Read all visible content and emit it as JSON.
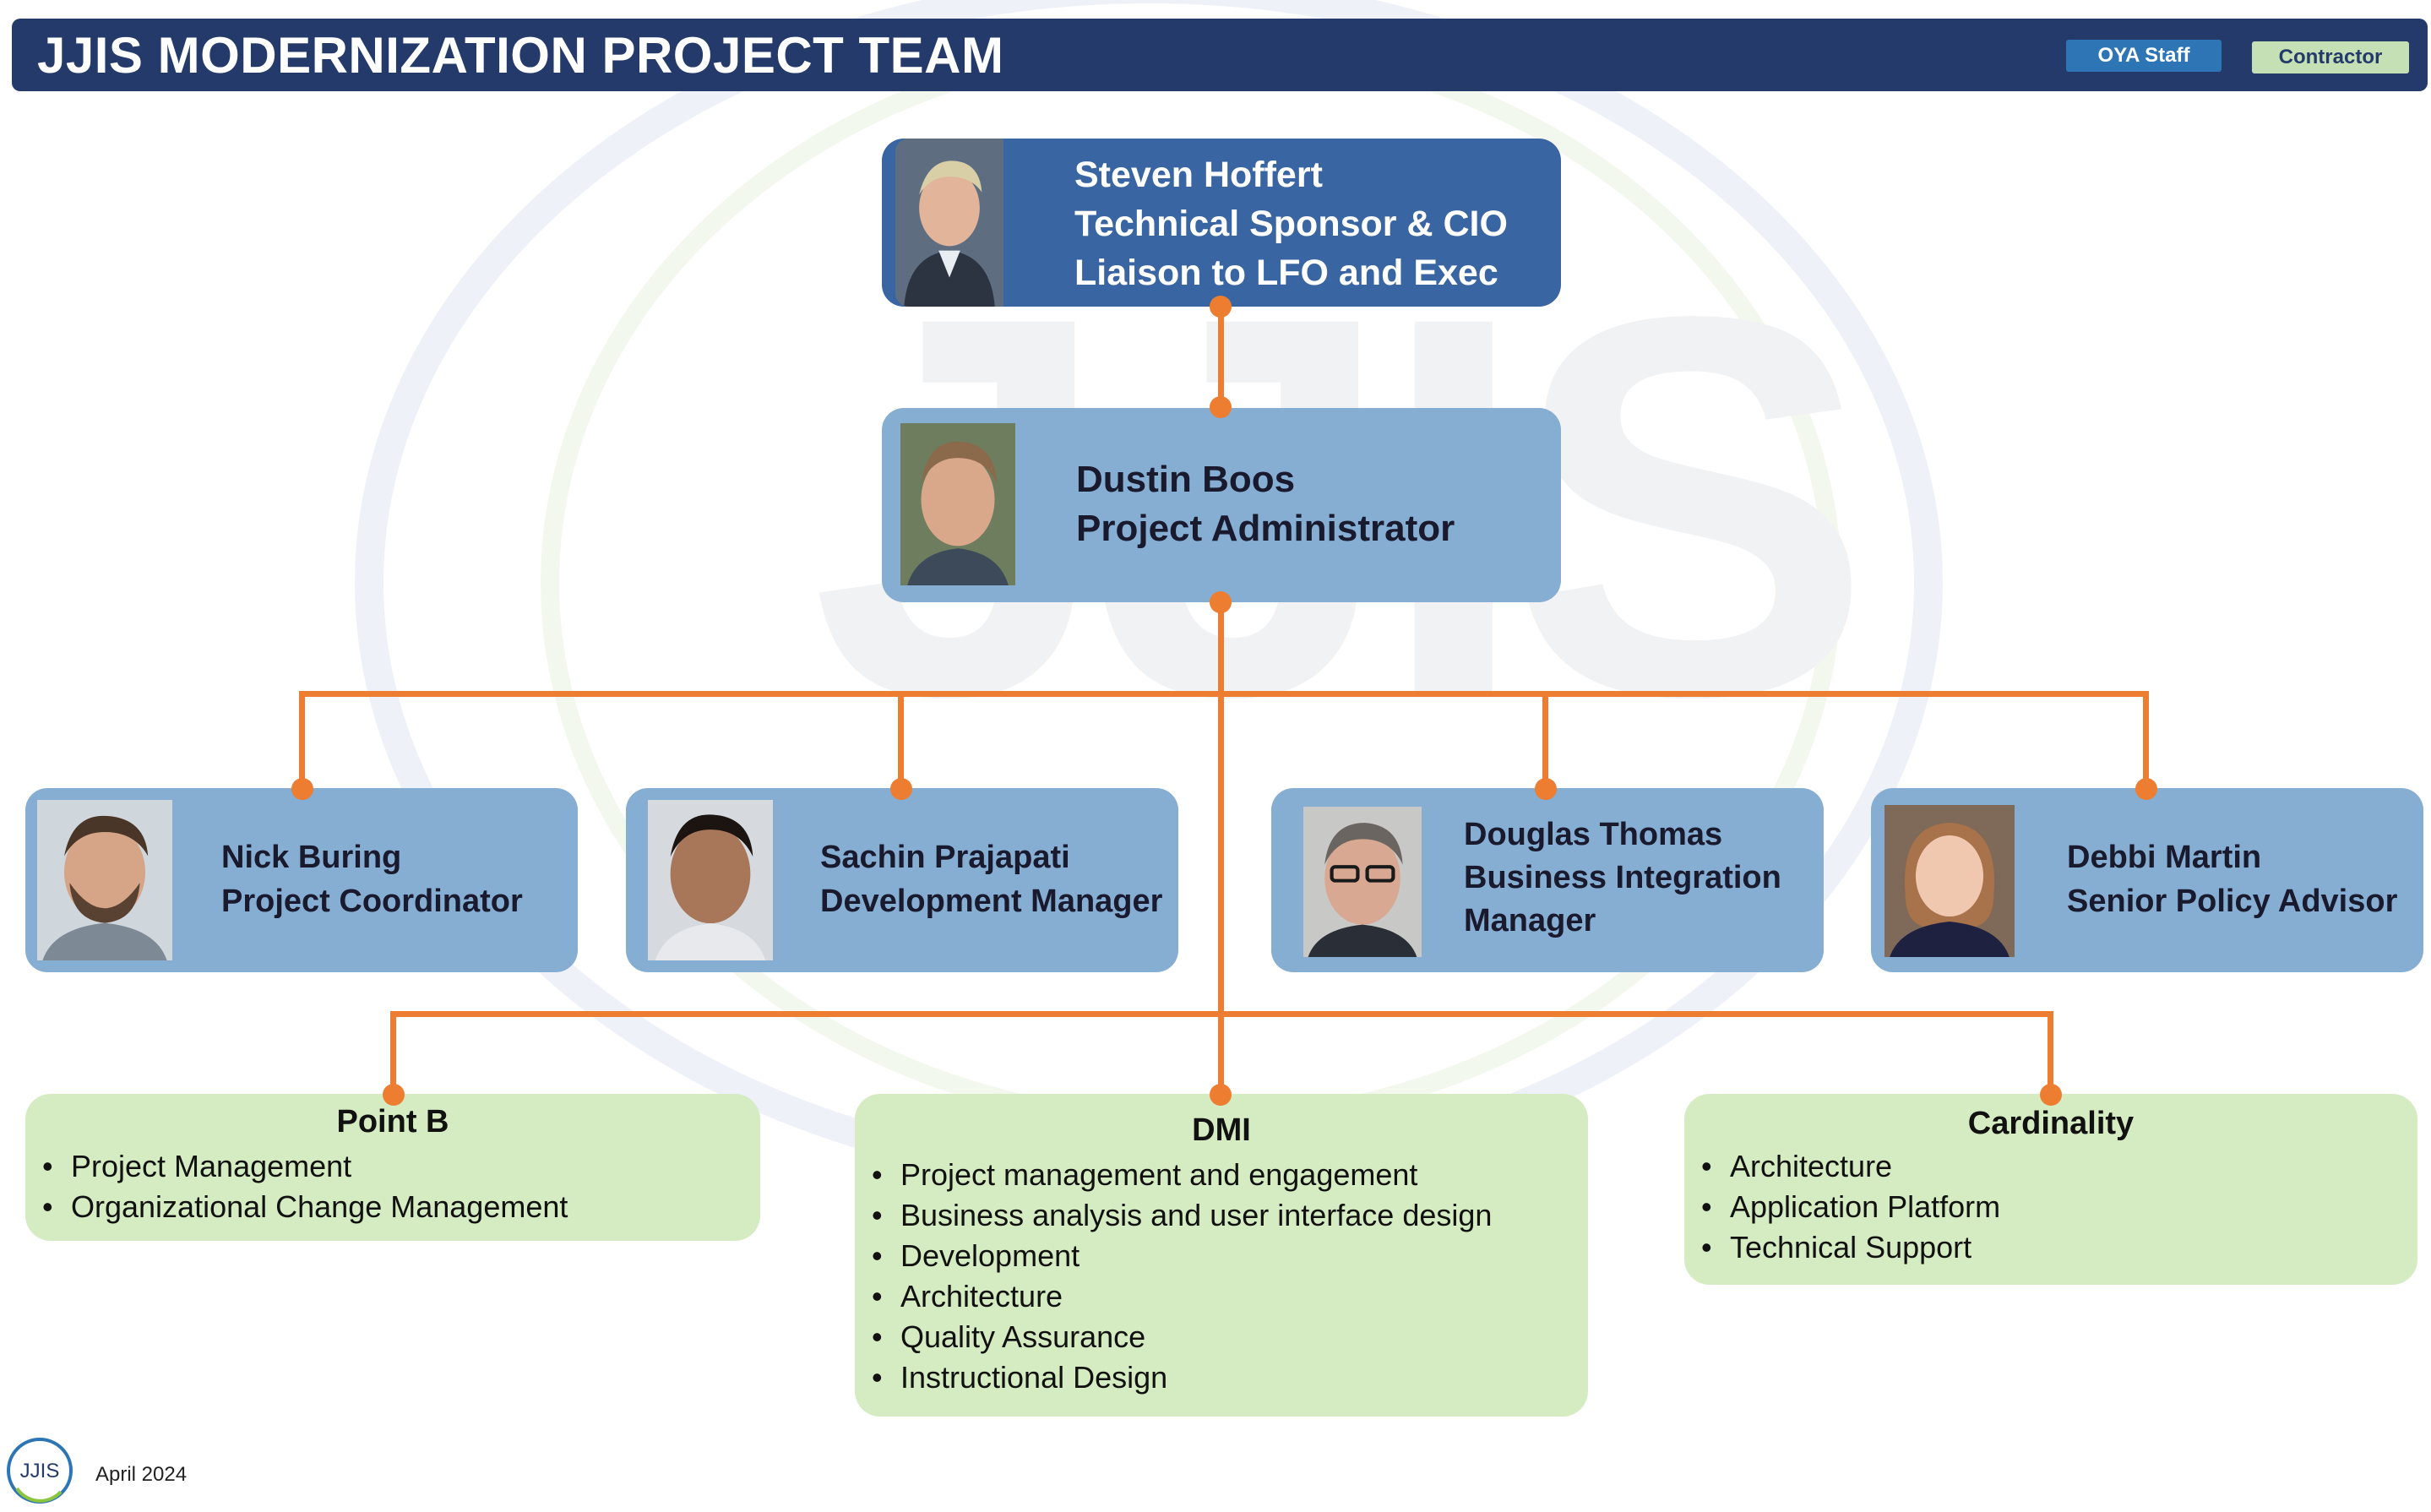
{
  "header": {
    "title": "JJIS MODERNIZATION PROJECT TEAM",
    "legend": {
      "oya_staff": "OYA Staff",
      "contractor": "Contractor"
    }
  },
  "watermark": {
    "text": "JJIS"
  },
  "people": {
    "sponsor": {
      "name": "Steven Hoffert",
      "role_line1": "Technical Sponsor & CIO",
      "role_line2": "Liaison to LFO and Exec"
    },
    "admin": {
      "name": "Dustin Boos",
      "role": "Project Administrator"
    },
    "nick": {
      "name": "Nick Buring",
      "role": "Project Coordinator"
    },
    "sachin": {
      "name": "Sachin Prajapati",
      "role": "Development Manager"
    },
    "douglas": {
      "name": "Douglas Thomas",
      "role_line1": "Business Integration",
      "role_line2": "Manager"
    },
    "debbi": {
      "name": "Debbi Martin",
      "role": "Senior Policy Advisor"
    }
  },
  "contractors": {
    "pointb": {
      "name": "Point B",
      "items": [
        "Project Management",
        "Organizational Change Management"
      ]
    },
    "dmi": {
      "name": "DMI",
      "items": [
        "Project management and engagement",
        "Business analysis and user interface design",
        "Development",
        "Architecture",
        "Quality Assurance",
        "Instructional Design"
      ]
    },
    "cardinality": {
      "name": "Cardinality",
      "items": [
        "Architecture",
        "Application Platform",
        "Technical Support"
      ]
    }
  },
  "footer": {
    "logo_text": "JJIS",
    "date": "April 2024"
  },
  "colors": {
    "header": "#243a6b",
    "oya_staff": "#2e75b6",
    "contractor": "#c5e0b4",
    "card_dark": "#3a65a3",
    "card_light": "#86aed3",
    "connector": "#ed7d31",
    "contractor_box": "#d5ecc2"
  }
}
